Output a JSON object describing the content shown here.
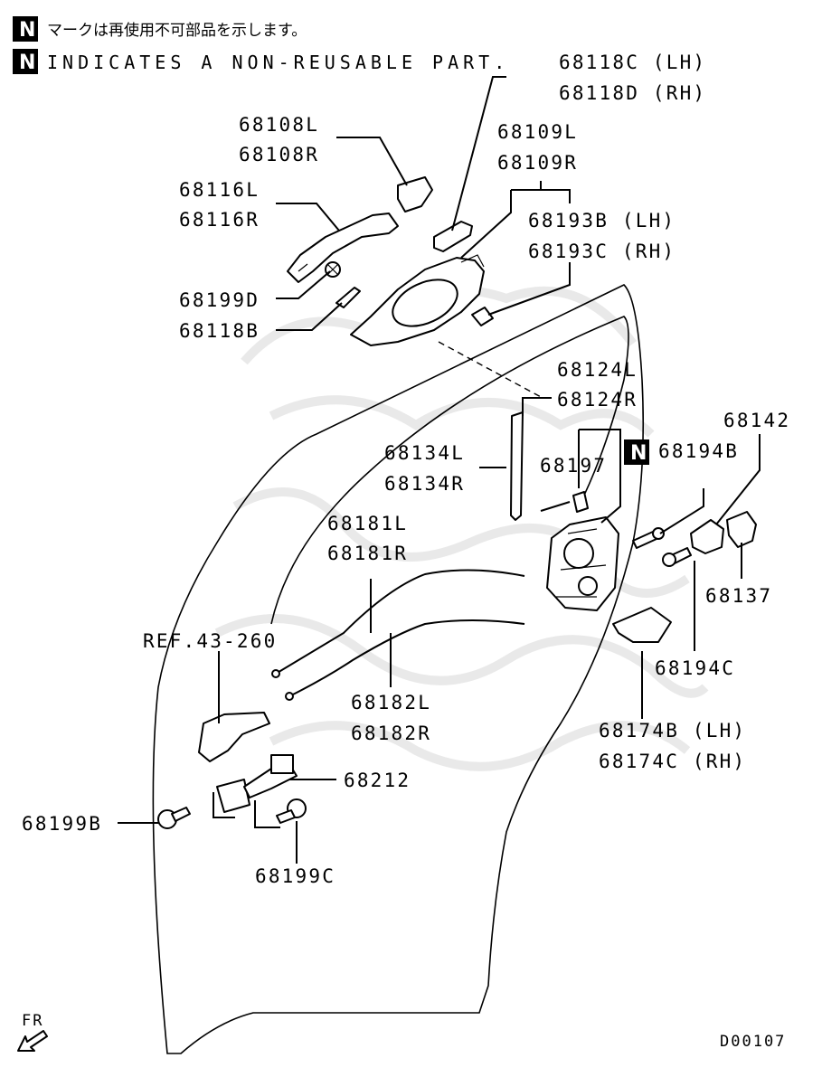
{
  "header": {
    "badge": "N",
    "note_jp": "マークは再使用不可部品を示します。",
    "note_en": "INDICATES A NON-REUSABLE PART."
  },
  "labels": {
    "p68118C": "68118C (LH)",
    "p68118D": "68118D (RH)",
    "p68108L": "68108L",
    "p68108R": "68108R",
    "p68109L": "68109L",
    "p68109R": "68109R",
    "p68116L": "68116L",
    "p68116R": "68116R",
    "p68193B": "68193B (LH)",
    "p68193C": "68193C (RH)",
    "p68199D": "68199D",
    "p68118B": "68118B",
    "p68124L": "68124L",
    "p68124R": "68124R",
    "p68142": "68142",
    "p68134L": "68134L",
    "p68134R": "68134R",
    "p68197": "68197",
    "p68194B": "68194B",
    "p68181L": "68181L",
    "p68181R": "68181R",
    "p68137": "68137",
    "ref": "REF.43-260",
    "p68194C": "68194C",
    "p68182L": "68182L",
    "p68182R": "68182R",
    "p68174B": "68174B (LH)",
    "p68174C": "68174C (RH)",
    "p68212": "68212",
    "p68199B": "68199B",
    "p68199C": "68199C",
    "fr": "FR",
    "code": "D00107"
  },
  "non_reusable_badge": "N"
}
